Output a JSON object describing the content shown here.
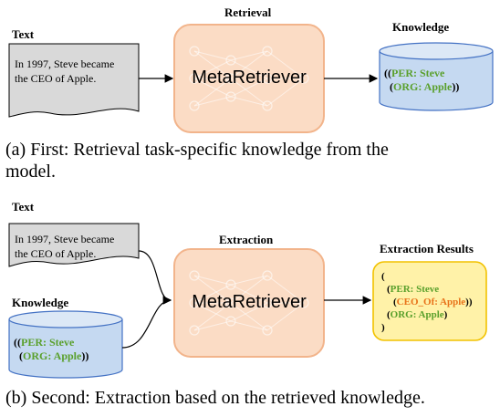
{
  "panel_a": {
    "section_title": "Retrieval",
    "text_label": "Text",
    "text_doc": [
      "In 1997, Steve became",
      "the CEO of Apple."
    ],
    "model_label": "MetaRetriever",
    "knowledge_label": "Knowledge",
    "knowledge": {
      "line1_prefix": "((",
      "line1_green": "PER: Steve",
      "line2_prefix": "(",
      "line2_green": "ORG: Apple",
      "line2_suffix": "))"
    },
    "caption_line1": "(a)  First:  Retrieval  task-specific  knowledge  from  the",
    "caption_line2": "model."
  },
  "panel_b": {
    "section_title": "Extraction",
    "text_label": "Text",
    "text_doc": [
      "In 1997, Steve became",
      "the CEO of Apple."
    ],
    "knowledge_label": "Knowledge",
    "knowledge": {
      "line1_prefix": "((",
      "line1_green": "PER: Steve",
      "line2_prefix": "(",
      "line2_green": "ORG: Apple",
      "line2_suffix": "))"
    },
    "model_label": "MetaRetriever",
    "results_label": "Extraction Results",
    "results": {
      "open": "(",
      "l2_prefix": "(",
      "l2_green": "PER: Steve",
      "l3_prefix": "(",
      "l3_orange": "CEO_Of: Apple",
      "l3_suffix": "))",
      "l4_prefix": "(",
      "l4_green": "ORG: Apple",
      "l4_suffix": ")",
      "close": ")"
    },
    "caption": "(b) Second: Extraction based on the retrieved knowledge."
  },
  "colors": {
    "model_fill": "#fbdcc5",
    "model_stroke": "#f2b48b",
    "doc_fill": "#d9d9d9",
    "db_fill": "#c5d9f1",
    "db_stroke": "#4472c4",
    "result_fill": "#fff2a8",
    "result_stroke": "#f2c200",
    "green": "#5aa02c",
    "orange": "#e8731a"
  }
}
